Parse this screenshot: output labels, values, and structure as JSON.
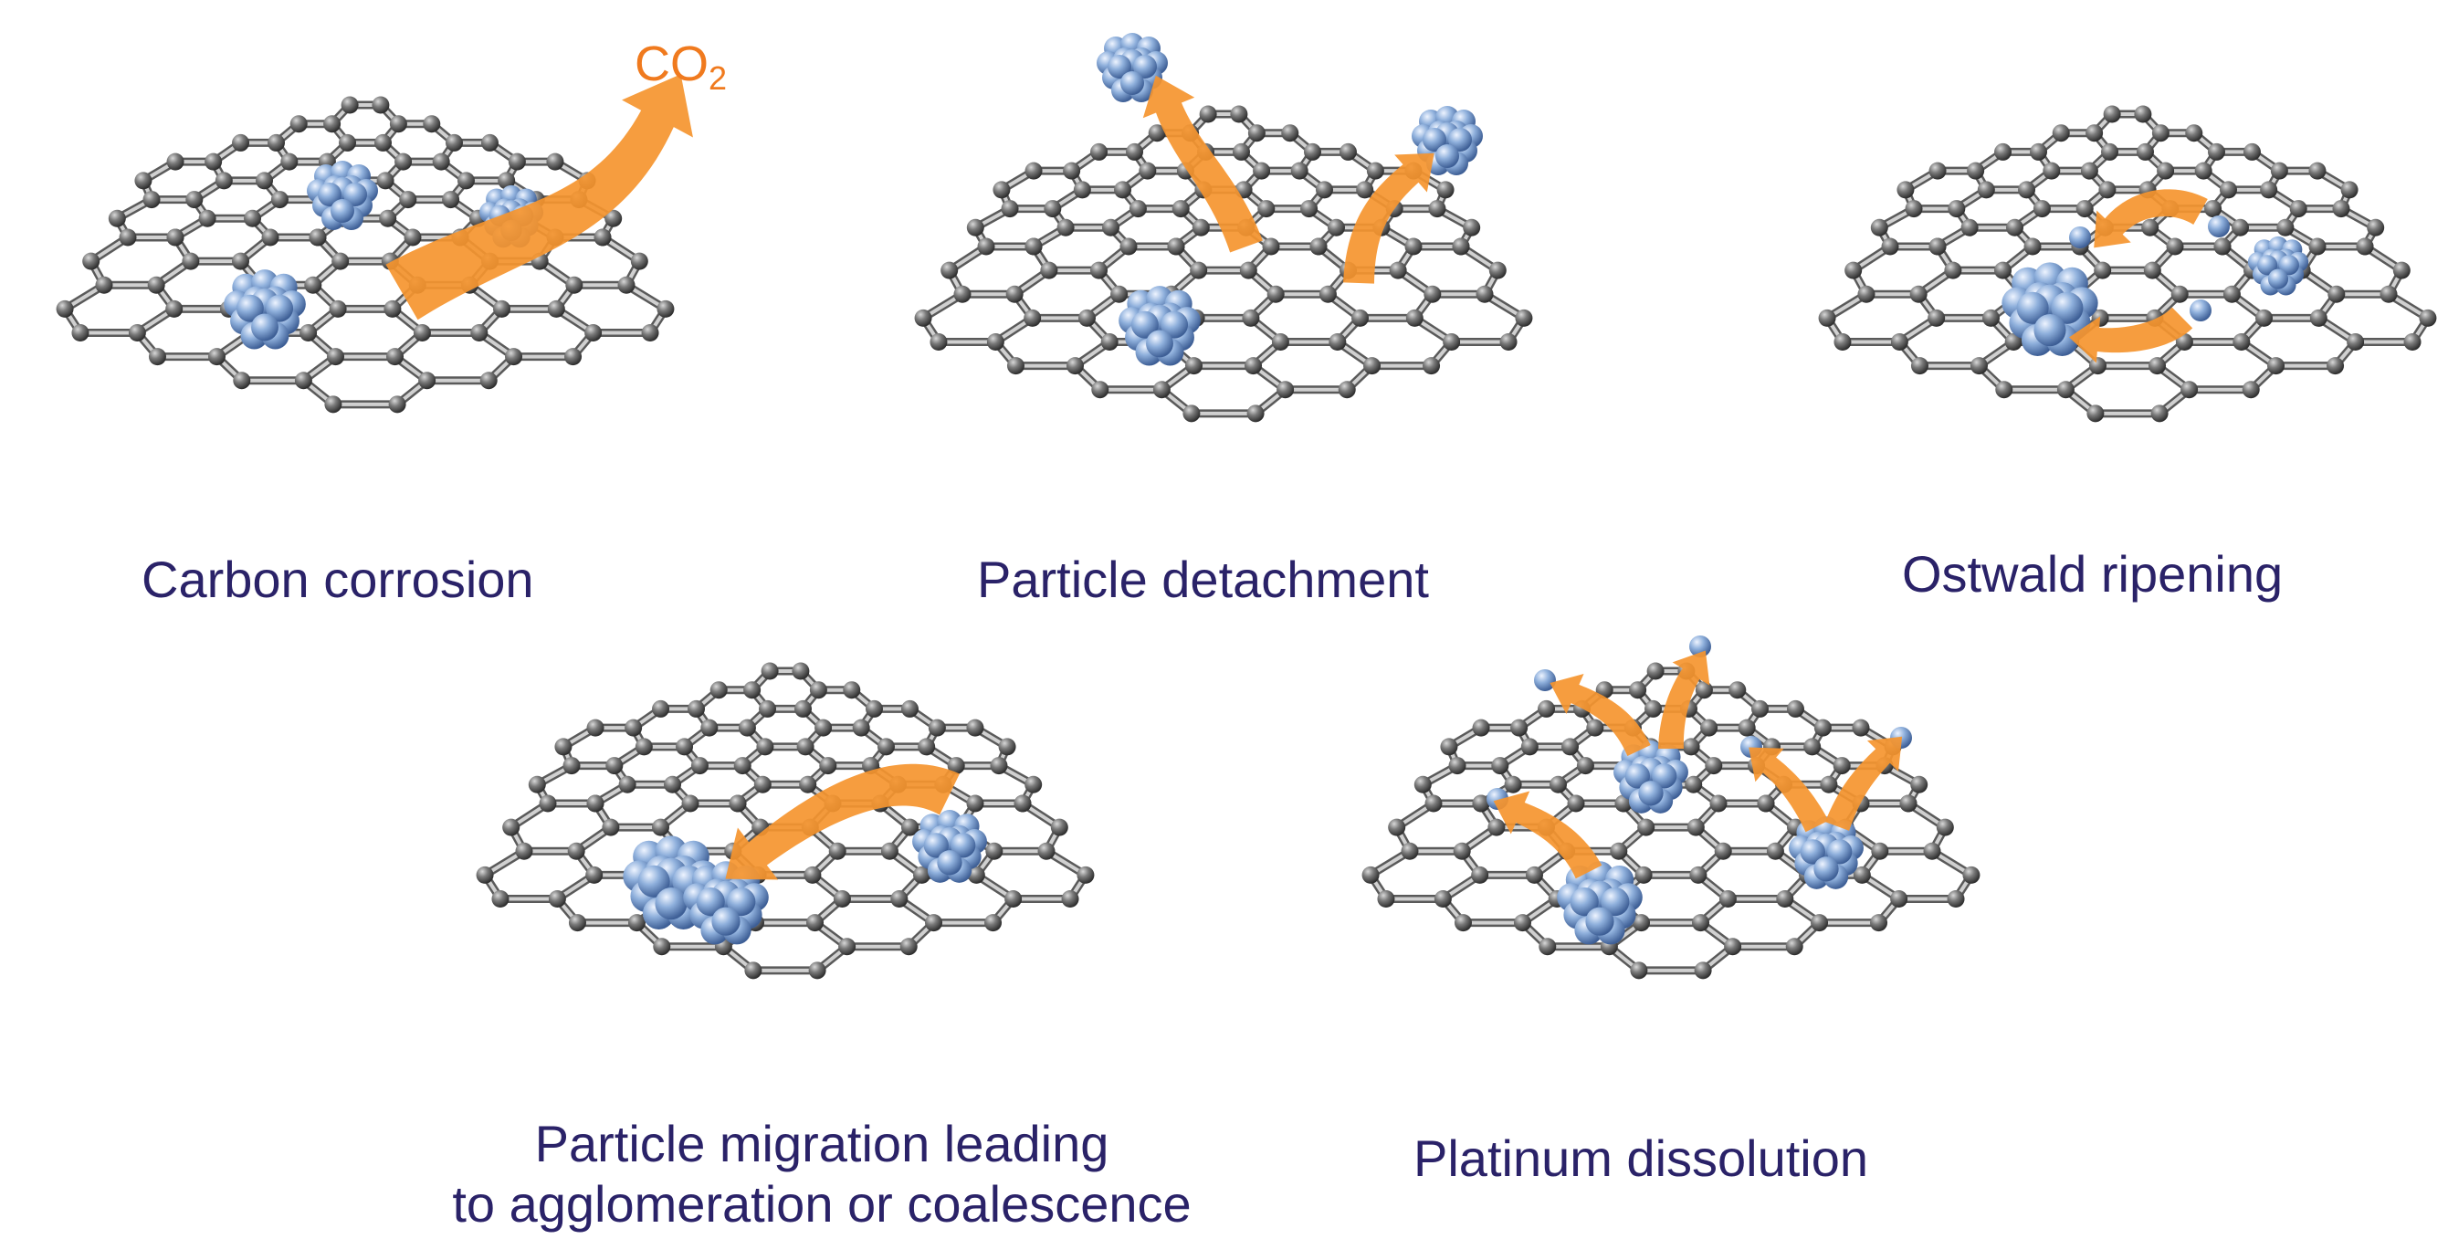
{
  "colors": {
    "arrow": "#f5952f",
    "label": "#2a2268",
    "co2": "#f07a1e",
    "carbon_atom": "#6a6a6a",
    "bond": "#9e9e9e",
    "platinum": "#7da3d4"
  },
  "co2_label": {
    "main": "CO",
    "subscript": "2"
  },
  "panels": [
    {
      "id": "carbon-corrosion",
      "label_lines": [
        "Carbon corrosion"
      ]
    },
    {
      "id": "particle-detachment",
      "label_lines": [
        "Particle detachment"
      ]
    },
    {
      "id": "ostwald-ripening",
      "label_lines": [
        "Ostwald ripening"
      ]
    },
    {
      "id": "particle-migration",
      "label_lines": [
        "Particle migration leading",
        "to agglomeration or coalescence"
      ]
    },
    {
      "id": "platinum-dissolution",
      "label_lines": [
        "Platinum dissolution"
      ]
    }
  ]
}
